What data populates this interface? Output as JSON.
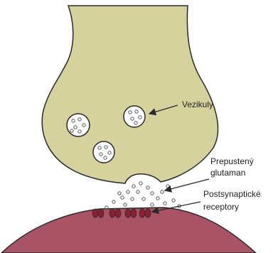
{
  "labels": {
    "vesicles": "Vezikuly",
    "released_line1": "Prepustený",
    "released_line2": "glutaman",
    "receptors_line1": "Postsynaptické",
    "receptors_line2": "receptory"
  },
  "colors": {
    "presynaptic_fill": "#d6d29e",
    "postsynaptic_fill": "#a85466",
    "receptor_fill": "#8a1f36",
    "outline": "#2a2a2a"
  }
}
